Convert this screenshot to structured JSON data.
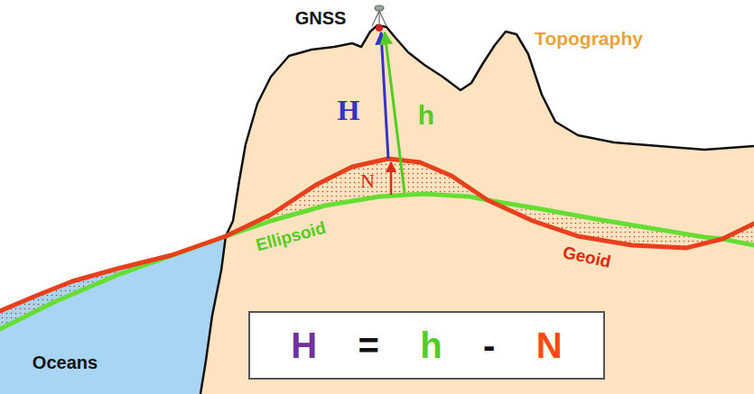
{
  "diagram": {
    "nodes": [
      {
        "text": [
          "H",
          "=",
          "h",
          "-",
          "N"
        ]
      }
    ],
    "labels": [
      "GNSS",
      "Topography",
      "H",
      "h",
      "N",
      "Ellipsoid",
      "Geoid",
      "Oceans"
    ]
  }
}
